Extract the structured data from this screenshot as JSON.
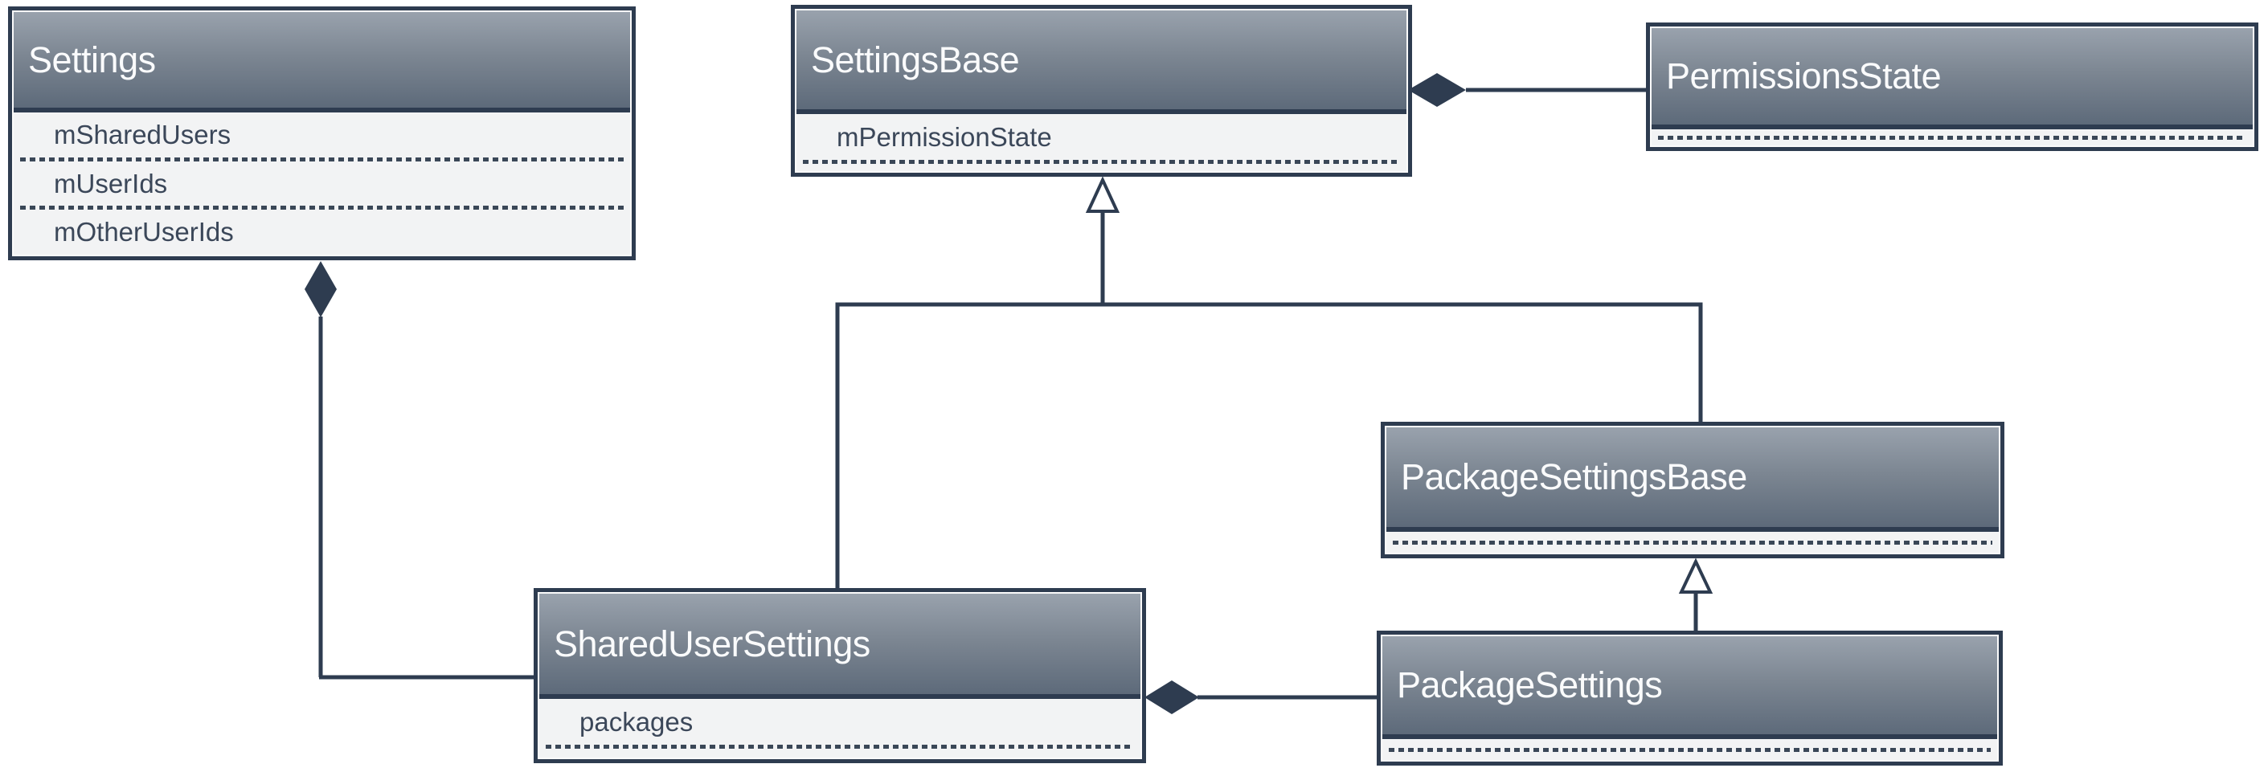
{
  "diagram": {
    "kind": "uml-class-diagram",
    "classes": [
      {
        "name": "Settings",
        "members": [
          "mSharedUsers",
          "mUserIds",
          "mOtherUserIds"
        ]
      },
      {
        "name": "SettingsBase",
        "members": [
          "mPermissionState"
        ]
      },
      {
        "name": "PermissionsState",
        "members": []
      },
      {
        "name": "PackageSettingsBase",
        "members": []
      },
      {
        "name": "SharedUserSettings",
        "members": [
          "packages"
        ]
      },
      {
        "name": "PackageSettings",
        "members": []
      }
    ],
    "relations": [
      {
        "type": "composition",
        "owner": "SettingsBase",
        "part": "PermissionsState"
      },
      {
        "type": "composition",
        "owner": "Settings",
        "part": "SharedUserSettings"
      },
      {
        "type": "composition",
        "owner": "SharedUserSettings",
        "part": "PackageSettings"
      },
      {
        "type": "inheritance",
        "child": "SharedUserSettings",
        "parent": "SettingsBase"
      },
      {
        "type": "inheritance",
        "child": "PackageSettingsBase",
        "parent": "SettingsBase"
      },
      {
        "type": "inheritance",
        "child": "PackageSettings",
        "parent": "PackageSettingsBase"
      }
    ],
    "colors": {
      "outline": "#2e3c50",
      "header_gradient_top": "#99a2ad",
      "header_gradient_bottom": "#5d6a7a",
      "member_background": "#f2f3f4",
      "member_text": "#3b4759",
      "title_text": "#fafbfc",
      "canvas_background": "#ffffff"
    }
  }
}
